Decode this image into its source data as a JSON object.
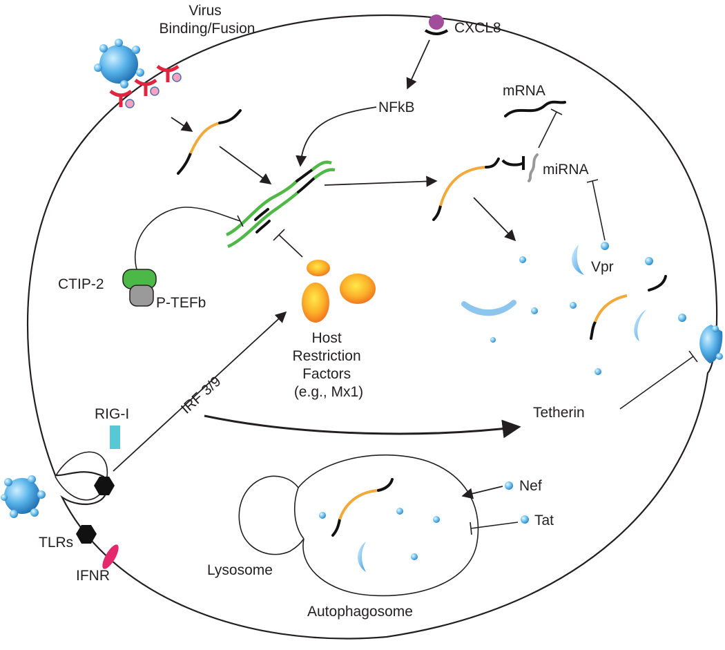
{
  "labels": {
    "virus_binding": [
      "Virus",
      "Binding/Fusion"
    ],
    "cxcl8": "CXCL8",
    "nfkb": "NFkB",
    "mrna": "mRNA",
    "mirna": "miRNA",
    "ctip2": "CTIP-2",
    "ptefb": "P-TEFb",
    "host_restriction": [
      "Host",
      "Restriction",
      "Factors",
      "(e.g., Mx1)"
    ],
    "vpr": "Vpr",
    "irf": "IRF 3/9",
    "rig_i": "RIG-I",
    "tetherin": "Tetherin",
    "nef": "Nef",
    "tat": "Tat",
    "tlrs": "TLRs",
    "ifnr": "IFNR",
    "lysosome": "Lysosome",
    "autophagosome": "Autophagosome"
  },
  "colors": {
    "outline": "#231f20",
    "viral_rna": "#f3a93a",
    "host_dna": "#4fb847",
    "cxcl8": "#a24c9c",
    "rig_i": "#59c8d6",
    "ifnr": "#e4286b",
    "ctip2": "#4cb848",
    "ptefb": "#9a9a9a",
    "receptor": "#e2243e",
    "virion": "#3e9ad8",
    "restriction_factor": "#f6871f"
  }
}
